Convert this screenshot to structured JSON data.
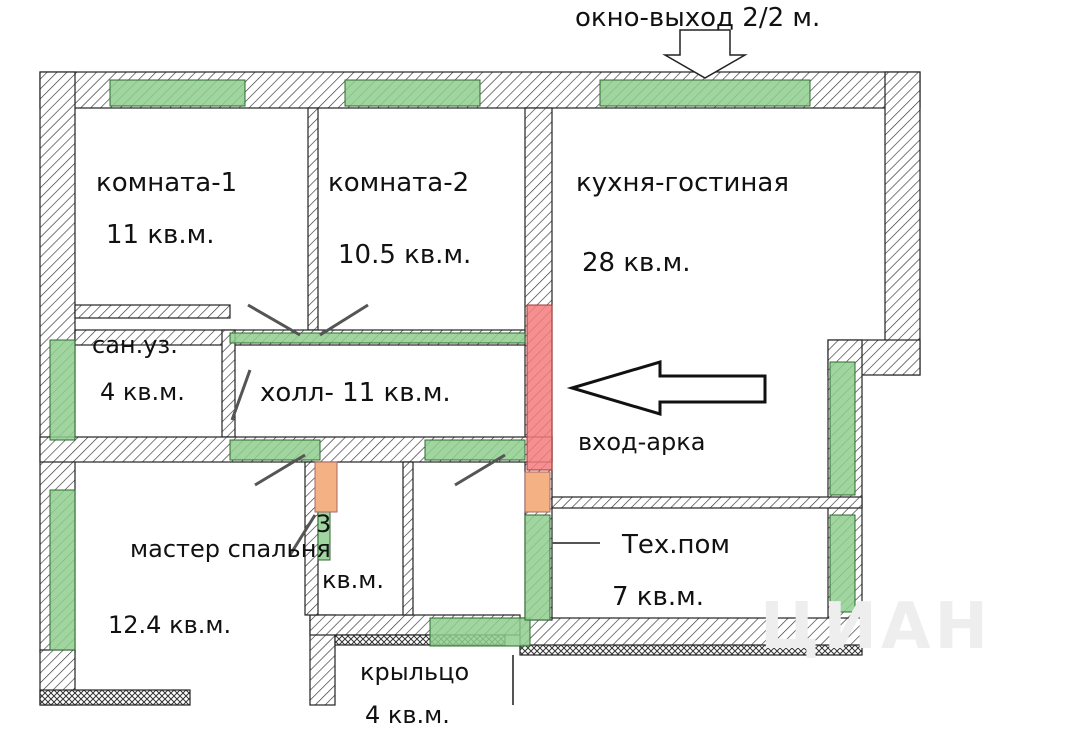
{
  "title": "окно-выход 2/2 м.",
  "rooms": [
    {
      "name": "комната-1",
      "area": "11 кв.м."
    },
    {
      "name": "комната-2",
      "area": "10.5 кв.м."
    },
    {
      "name": "кухня-гостиная",
      "area": "28 кв.м."
    },
    {
      "name": "сан.уз.",
      "area": "4 кв.м."
    },
    {
      "name": "холл- 11 кв.м."
    },
    {
      "name": "вход-арка"
    },
    {
      "name": "мастер спальня",
      "area": "12.4 кв.м."
    },
    {
      "name": "3",
      "area": "кв.м."
    },
    {
      "name": "Тех.пом",
      "area": "7 кв.м."
    },
    {
      "name": "крыльцо",
      "area": "4 кв.м."
    }
  ],
  "watermark": "ЦИАН",
  "colors": {
    "window": "#8fce8f",
    "arch": "#f47c7c",
    "door": "#f4b183",
    "wall": "#ffffff"
  }
}
